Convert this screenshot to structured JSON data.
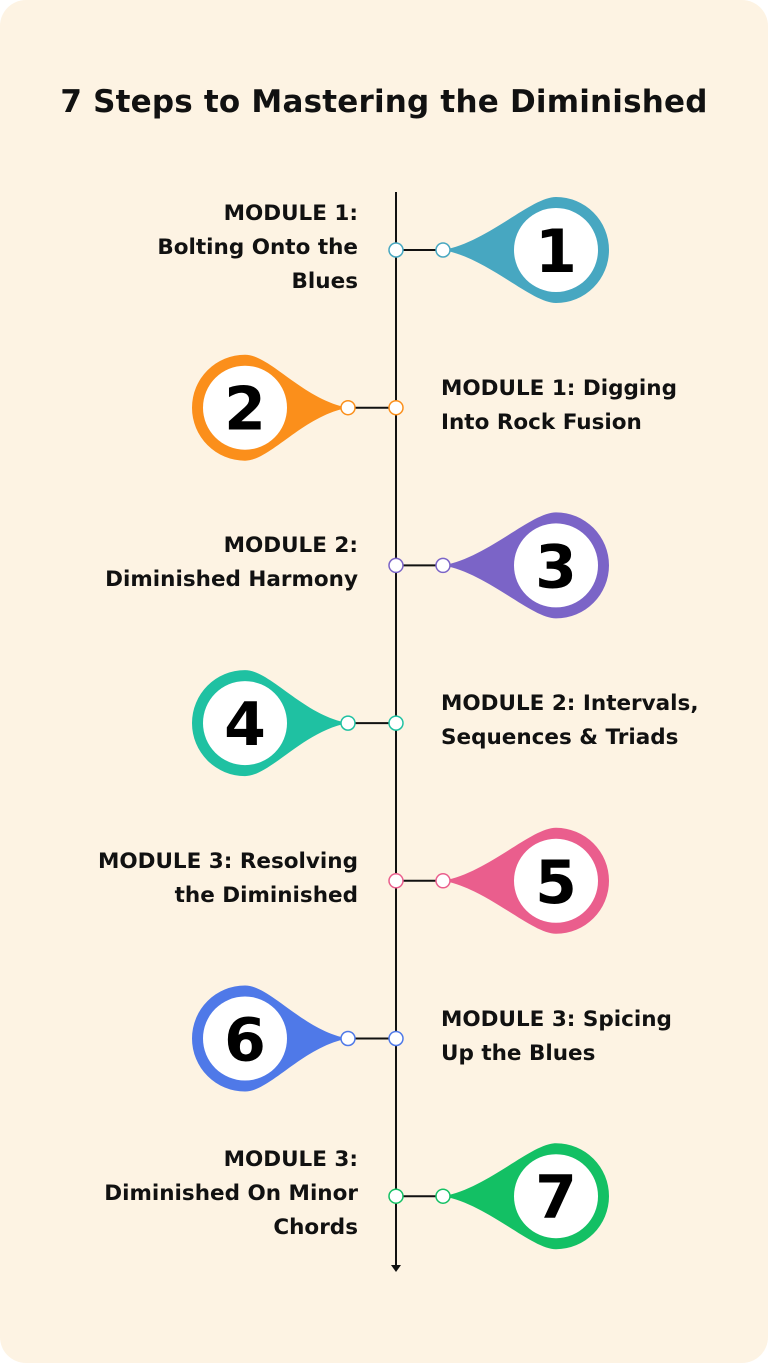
{
  "title": "7 Steps to Mastering the Diminished",
  "steps": [
    {
      "number": "1",
      "side": "right",
      "color": "#47a7c1",
      "lines": [
        "MODULE 1:",
        "Bolting Onto the",
        "Blues"
      ]
    },
    {
      "number": "2",
      "side": "left",
      "color": "#fb8f1b",
      "lines": [
        "MODULE 1: Digging",
        "Into Rock Fusion"
      ]
    },
    {
      "number": "3",
      "side": "right",
      "color": "#7b64c7",
      "lines": [
        "MODULE 2:",
        "Diminished Harmony"
      ]
    },
    {
      "number": "4",
      "side": "left",
      "color": "#1fc1a2",
      "lines": [
        "MODULE 2: Intervals,",
        "Sequences & Triads"
      ]
    },
    {
      "number": "5",
      "side": "right",
      "color": "#ea5e8d",
      "lines": [
        "MODULE 3: Resolving",
        "the Diminished"
      ]
    },
    {
      "number": "6",
      "side": "left",
      "color": "#4f79e8",
      "lines": [
        "MODULE 3: Spicing",
        "Up the Blues"
      ]
    },
    {
      "number": "7",
      "side": "right",
      "color": "#13c064",
      "lines": [
        "MODULE 3:",
        "Diminished On Minor",
        "Chords"
      ]
    }
  ]
}
